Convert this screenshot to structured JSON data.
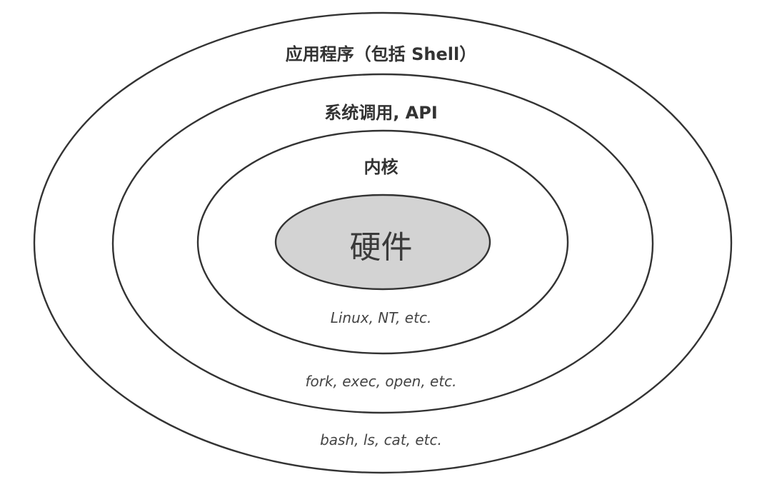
{
  "diagram": {
    "type": "concentric-layers",
    "colors": {
      "stroke": "#333333",
      "ring_fill": "#ffffff",
      "core_fill": "#d3d3d3",
      "text": "#333333"
    },
    "layers": [
      {
        "name": "application",
        "title": "应用程序（包括 Shell）",
        "examples": "bash, ls, cat, etc."
      },
      {
        "name": "system-call",
        "title": "系统调用, API",
        "examples": "fork, exec, open, etc."
      },
      {
        "name": "kernel",
        "title": "内核",
        "examples": "Linux, NT, etc."
      },
      {
        "name": "hardware",
        "title": "硬件"
      }
    ]
  }
}
